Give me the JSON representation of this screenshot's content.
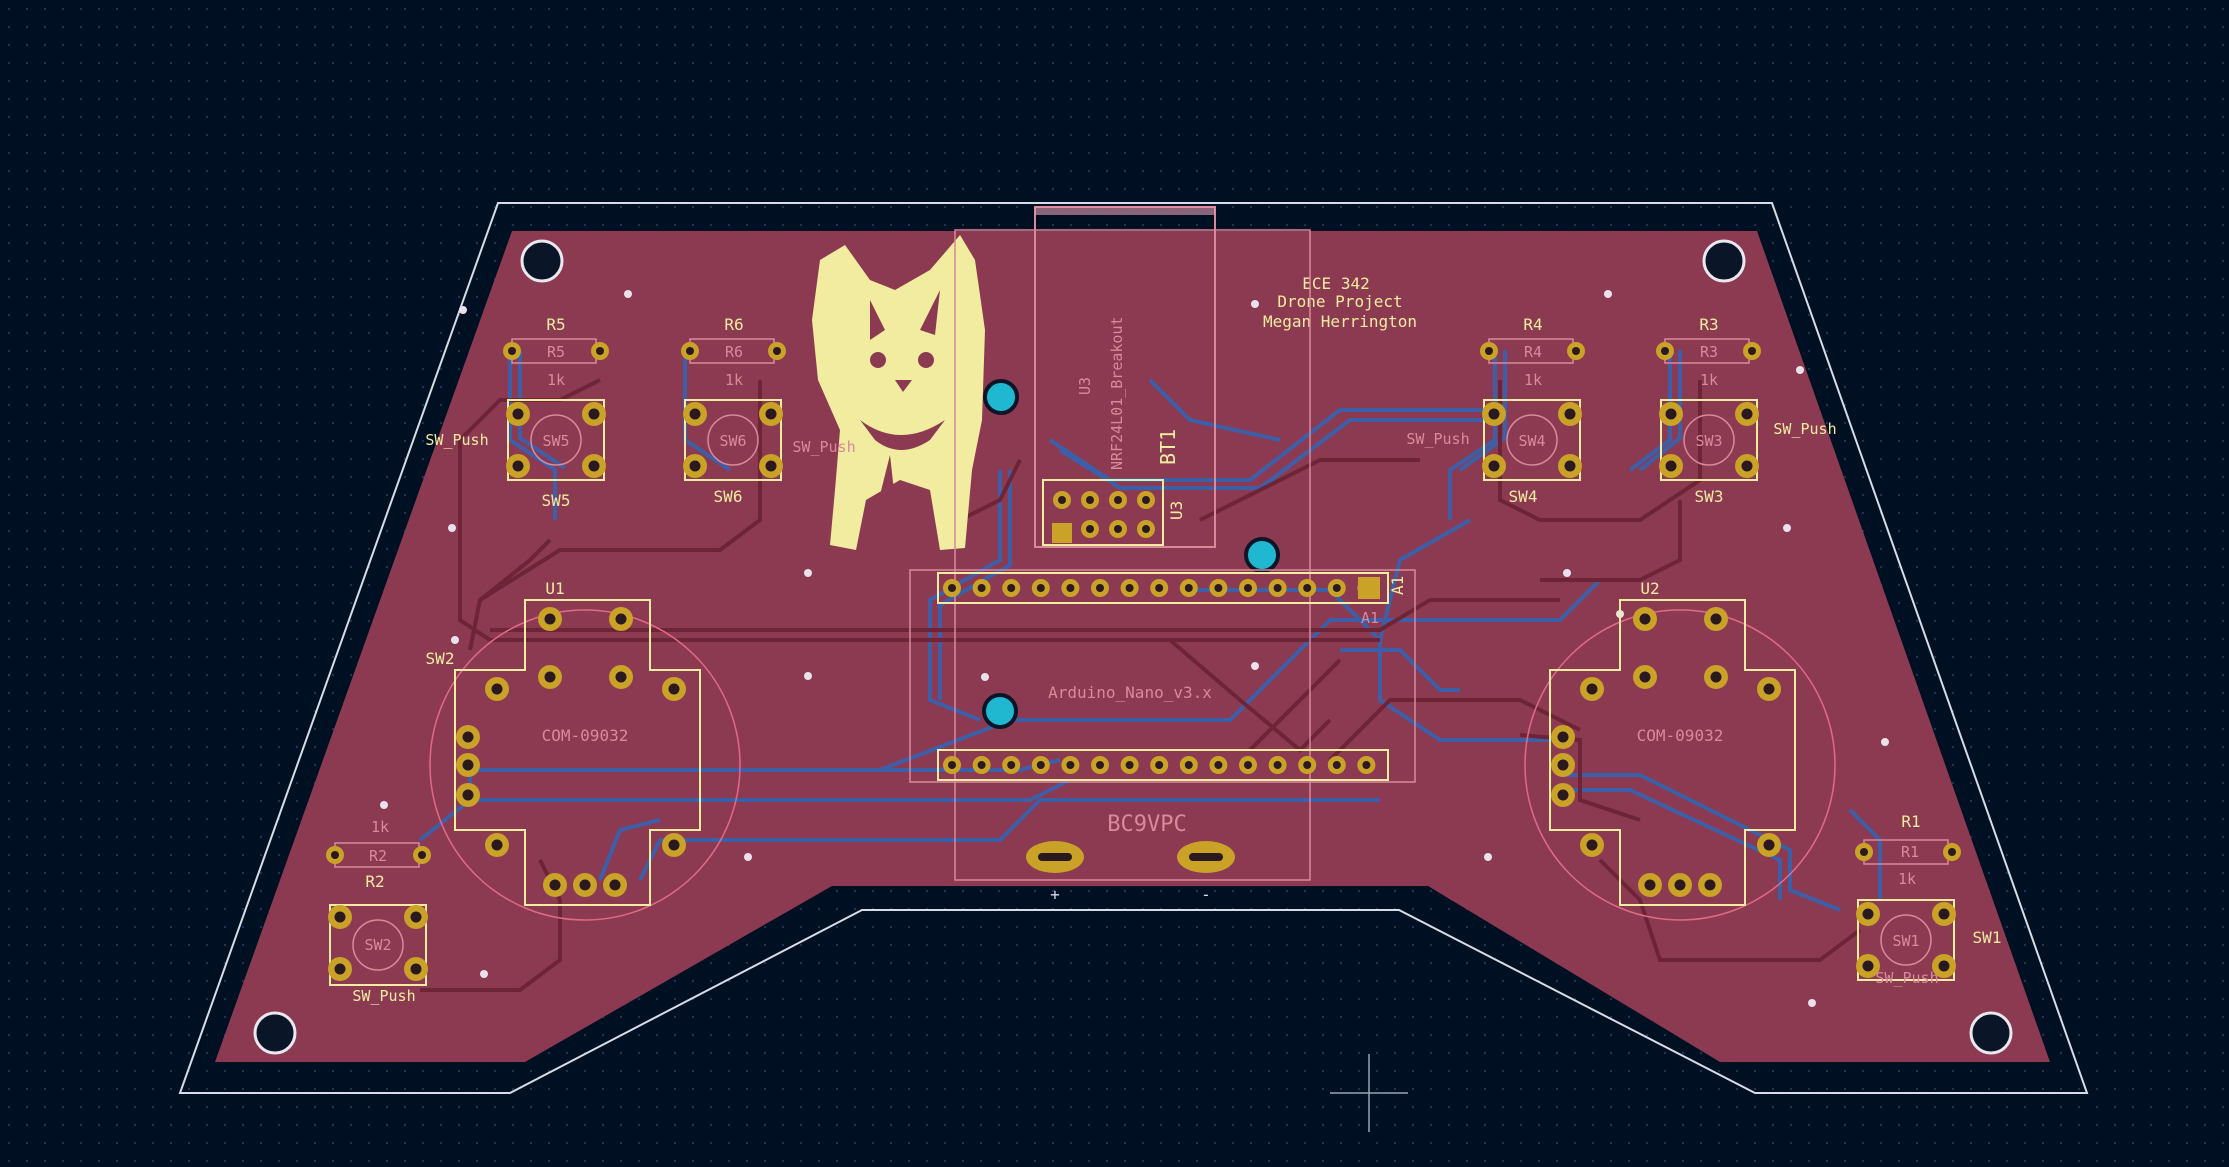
{
  "colors": {
    "background": "#001023",
    "copper": "#8c3a52",
    "edge_cuts": "#d7dce6",
    "back_trace": "#3d5fa8",
    "front_trace": "#6e2437",
    "pad_gold": "#c9a227",
    "silkscreen": "#f2eca0",
    "fab_layer": "#d88a9a",
    "courtyard": "#e06a86",
    "via": "#1fb8d0"
  },
  "board_text": {
    "line1": "ECE 342",
    "line2": "Drone Project",
    "line3": "Megan Herrington"
  },
  "logo": {
    "name": "corgi-logo"
  },
  "resistors": [
    {
      "ref": "R5",
      "fab_ref": "R5",
      "value": "1k"
    },
    {
      "ref": "R6",
      "fab_ref": "R6",
      "value": "1k"
    },
    {
      "ref": "R4",
      "fab_ref": "R4",
      "value": "1k"
    },
    {
      "ref": "R3",
      "fab_ref": "R3",
      "value": "1k"
    },
    {
      "ref": "R2",
      "fab_ref": "R2",
      "value": "1k"
    },
    {
      "ref": "R1",
      "fab_ref": "R1",
      "value": "1k"
    }
  ],
  "switches": [
    {
      "ref": "SW5",
      "fab_ref": "SW5",
      "value": "SW_Push"
    },
    {
      "ref": "SW6",
      "fab_ref": "SW6",
      "value": "SW_Push"
    },
    {
      "ref": "SW4",
      "fab_ref": "SW4",
      "value": "SW_Push"
    },
    {
      "ref": "SW3",
      "fab_ref": "SW3",
      "value": "SW_Push"
    },
    {
      "ref": "SW2",
      "fab_ref": "SW2",
      "value": "SW_Push"
    },
    {
      "ref": "SW1",
      "fab_ref": "SW1",
      "value": "SW_Push"
    }
  ],
  "joysticks": [
    {
      "ref": "U1",
      "value": "COM-09032"
    },
    {
      "ref": "U2",
      "value": "COM-09032"
    }
  ],
  "joystick_side_label": "SW2",
  "radio": {
    "ref": "U3",
    "fab_ref": "U3",
    "value": "NRF24L01_Breakout",
    "battery_ref": "BT1"
  },
  "arduino": {
    "ref": "A1",
    "fab_ref": "A1",
    "value": "Arduino_Nano_v3.x"
  },
  "battery": {
    "value": "BC9VPC",
    "plus": "+",
    "minus": "-"
  }
}
